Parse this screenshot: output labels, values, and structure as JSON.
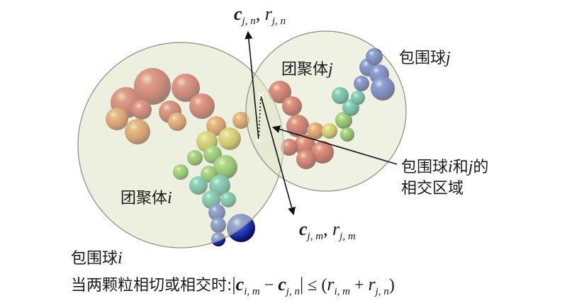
{
  "labels": {
    "cluster_j": {
      "name": "团聚体",
      "var": "j"
    },
    "cluster_i": {
      "name": "团聚体",
      "var": "i"
    },
    "sphere_j": {
      "name": "包围球",
      "var": "j"
    },
    "sphere_i": {
      "name": "包围球",
      "var": "i"
    },
    "intersection": {
      "line1_a": "包围球",
      "line1_i": "i",
      "line1_b": "和",
      "line1_j": "j",
      "line1_c": "的",
      "line2": "相交区域"
    },
    "top_vector": {
      "c": "c",
      "c_sub": "j, n",
      "sep": ", ",
      "r": "r",
      "r_sub": "j, n"
    },
    "bottom_vector": {
      "c": "c",
      "c_sub": "j, m",
      "sep": ", ",
      "r": "r",
      "r_sub": "j, m"
    }
  },
  "formula": {
    "prefix": "当两颗粒相切或相交时:",
    "bar_open": "|",
    "c1": "c",
    "c1_sub": "i, m",
    "minus": " − ",
    "c2": "c",
    "c2_sub": "j, n",
    "bar_close": "|",
    "leq": " ≤ (",
    "r1": "r",
    "r1_sub": "i, m",
    "plus": " + ",
    "r2": "r",
    "r2_sub": "j, n",
    "close": ")"
  }
}
